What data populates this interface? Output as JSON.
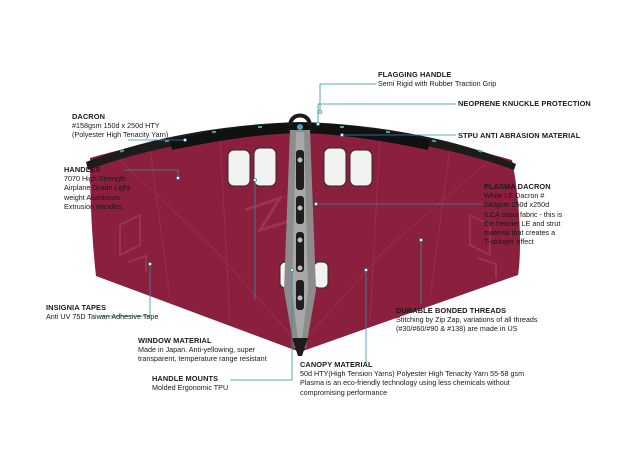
{
  "colors": {
    "canopy": "#8b1f3e",
    "canopy_dark": "#6e1830",
    "leading_edge": "#1c1c1c",
    "strut": "#8c8c8c",
    "accent": "#4aa0b4",
    "leader_line": "#2f8fa6"
  },
  "callouts": {
    "flagging_handle": {
      "title": "FLAGGING HANDLE",
      "desc": "Semi Rigid with Rubber Traction Grip"
    },
    "neoprene": {
      "title": "NEOPRENE KNUCKLE PROTECTION"
    },
    "dacron": {
      "title": "DACRON",
      "desc1": "#158gsm 150d x 250d HTY",
      "desc2": "(Polyester High Tenacity Yarn)"
    },
    "stpu": {
      "title": "STPU ANTI ABRASION MATERIAL"
    },
    "handles": {
      "title": "HANDLES",
      "desc1": "7070 High Strength",
      "desc2": "Airplane Grade Light-",
      "desc3": "weight Aluminium",
      "desc4": "Extrusion Handles"
    },
    "plasma": {
      "title": "PLASMA DACRON",
      "desc1": "White LE Dacron  #",
      "desc2": "240gsm 250d x250d",
      "desc3": "ILCA class fabric  - this is",
      "desc4": "the heavier LE and strut",
      "desc5": "material that creates a",
      "desc6": "T-stringer effect"
    },
    "insignia": {
      "title": "INSIGNIA TAPES",
      "desc": "Anti UV 75D Taiwan Adhesive Tape"
    },
    "durable": {
      "title": "DURABLE BONDED THREADS",
      "desc1": "Stitching by Zip Zap, variations of all threads",
      "desc2": "(#30/#60/#90 & #138) are made in US"
    },
    "window": {
      "title": "WINDOW MATERIAL",
      "desc1": "Made in Japan. Anti-yellowing, super",
      "desc2": "transparent, temperature range resistant"
    },
    "canopy": {
      "title": "CANOPY MATERIAL",
      "desc1": "50d HTY(High Tension Yarns) Polyester High Tenacity Yarn 55-58 gsm",
      "desc2": "Plasma is an eco-friendly technology using less chemicals without",
      "desc3": "compromising performance"
    },
    "mounts": {
      "title": "HANDLE MOUNTS",
      "desc": "Molded Ergonomic TPU"
    }
  }
}
